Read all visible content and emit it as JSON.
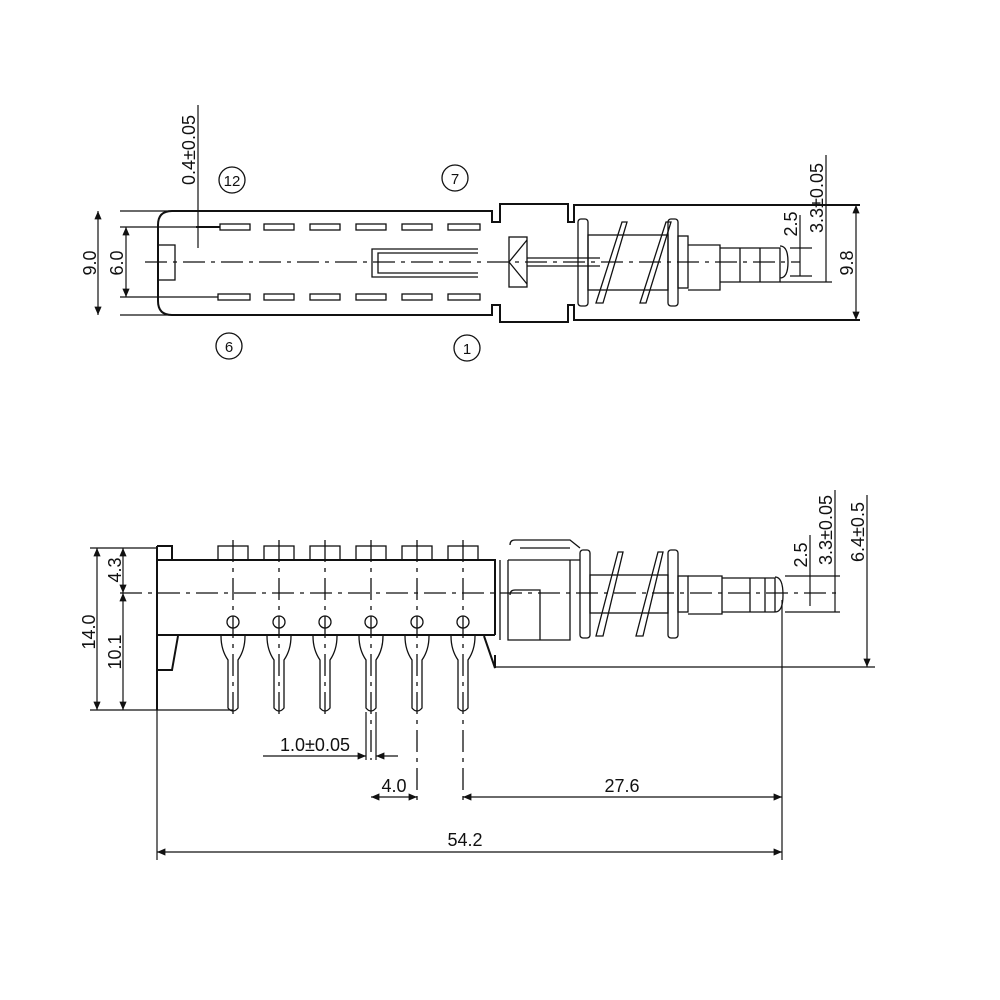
{
  "top_view": {
    "pin_labels": {
      "p12": "12",
      "p7": "7",
      "p6": "6",
      "p1": "1"
    },
    "dims": {
      "pin_thickness": "0.4±0.05",
      "body_height": "9.0",
      "pin_row_spacing": "6.0",
      "stem_width": "2.5",
      "stem_tip": "3.3±0.05",
      "overall_height": "9.8"
    }
  },
  "side_view": {
    "dims": {
      "top_offset": "4.3",
      "total_height": "14.0",
      "pin_length": "10.1",
      "pin_width": "1.0±0.05",
      "pin_pitch": "4.0",
      "stem_length": "27.6",
      "overall_length": "54.2",
      "stem_width": "2.5",
      "stem_tip": "3.3±0.05",
      "stem_offset": "6.4±0.5"
    }
  }
}
